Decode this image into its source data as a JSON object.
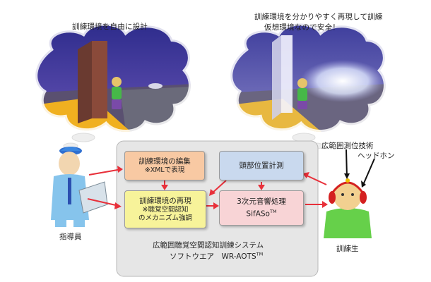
{
  "bubbles": {
    "left_caption": "訓練環境を自由に設計",
    "right_caption_line1": "訓練環境を分かりやすく再現して訓練",
    "right_caption_line2": "仮想環境なので安全！"
  },
  "system": {
    "title_line1": "広範囲聴覚空間認知訓練システム",
    "title_line2": "ソフトウエア　WR-AOTS",
    "title_sup": "TM"
  },
  "boxes": {
    "edit_title": "訓練環境の編集",
    "edit_sub": "※XMLで表現",
    "reproduce_title": "訓練環境の再現",
    "reproduce_sub1": "※聴覚空間認知",
    "reproduce_sub2": "のメカニズム強調",
    "head_tracking": "頭部位置計測",
    "audio_line1": "3次元音響処理",
    "audio_line2": "SifASo",
    "audio_sup": "TM"
  },
  "people": {
    "instructor": "指導員",
    "trainee": "訓練生"
  },
  "labels": {
    "tracking_tech": "広範囲測位技術",
    "headphones": "ヘッドホン"
  },
  "colors": {
    "arrow": "#e8303a",
    "edit_box": "#f8c9a3",
    "reproduce_box": "#f7f39a",
    "head_box": "#c9d9ee",
    "audio_box": "#f8d4d6",
    "system_panel": "#e6e6e6"
  }
}
